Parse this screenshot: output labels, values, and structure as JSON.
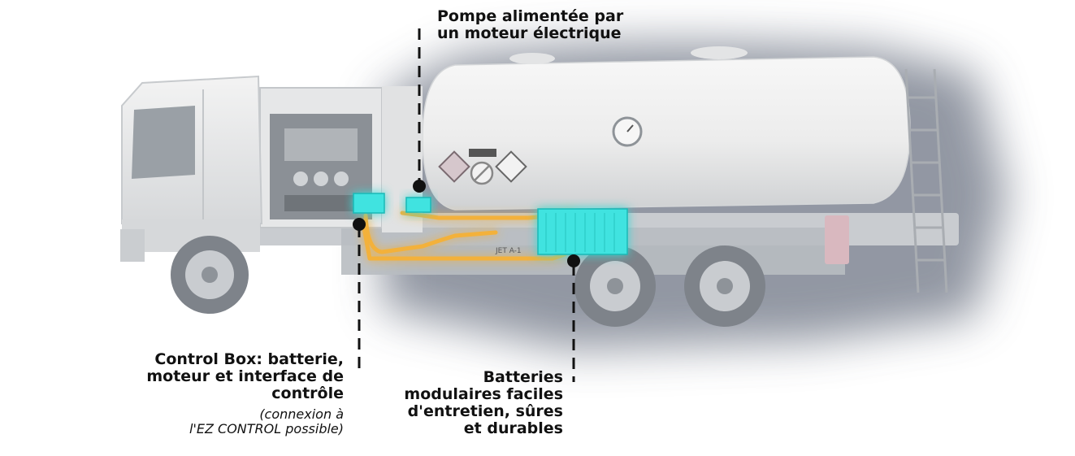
{
  "labels": {
    "pump": [
      "Pompe alimentée par",
      "un moteur électrique"
    ],
    "control_box": [
      "Control Box: batterie,",
      "moteur et interface de",
      "contrôle"
    ],
    "control_box_note": [
      "(connexion à",
      "l'EZ CONTROL possible)"
    ],
    "batteries": [
      "Batteries",
      "modulaires faciles",
      "d'entretien, sûres",
      "et durables"
    ]
  },
  "truck": {
    "signage": "JET A-1"
  },
  "colors": {
    "highlight": "#3fe3e0",
    "cable": "#f3b13a",
    "leader": "#111111",
    "truck_body": "#e9eaea",
    "shadow": "#8a8f9a"
  }
}
